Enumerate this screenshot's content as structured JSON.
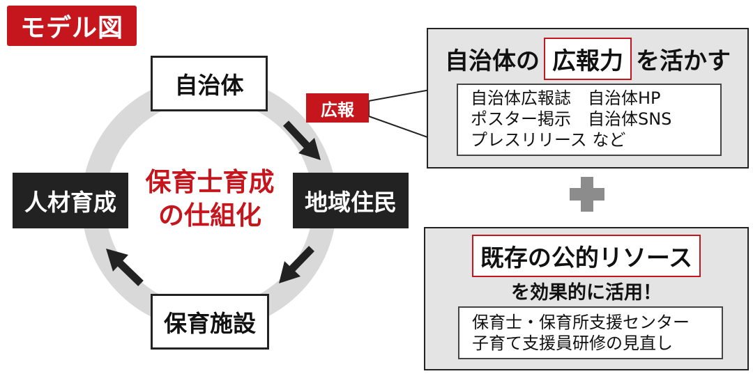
{
  "tag": {
    "label": "モデル図"
  },
  "cycle": {
    "nodes": {
      "top": "自治体",
      "right": "地域住民",
      "bottom": "保育施設",
      "left": "人材育成"
    },
    "center_lines": [
      "保育士育成",
      "の仕組化"
    ]
  },
  "callout": {
    "label": "広報"
  },
  "panel_pr": {
    "heading_before": "自治体の",
    "heading_highlight": "広報力",
    "heading_after": "を活かす",
    "items": [
      "自治体広報誌　自治体HP",
      "ポスター掲示　自治体SNS",
      "プレスリリース など"
    ]
  },
  "plus": {
    "icon": "plus-icon",
    "color": "#8c8c8c"
  },
  "panel_resources": {
    "heading_highlight": "既存の公的リソース",
    "subheading": "を効果的に活用！",
    "items": [
      "保育士・保育所支援センター",
      "子育て支援員研修の見直し"
    ]
  },
  "colors": {
    "accent_red": "#c4161c",
    "ring": "#d9d9d9",
    "panel_bg": "#e4e4e4",
    "dark": "#222222"
  }
}
